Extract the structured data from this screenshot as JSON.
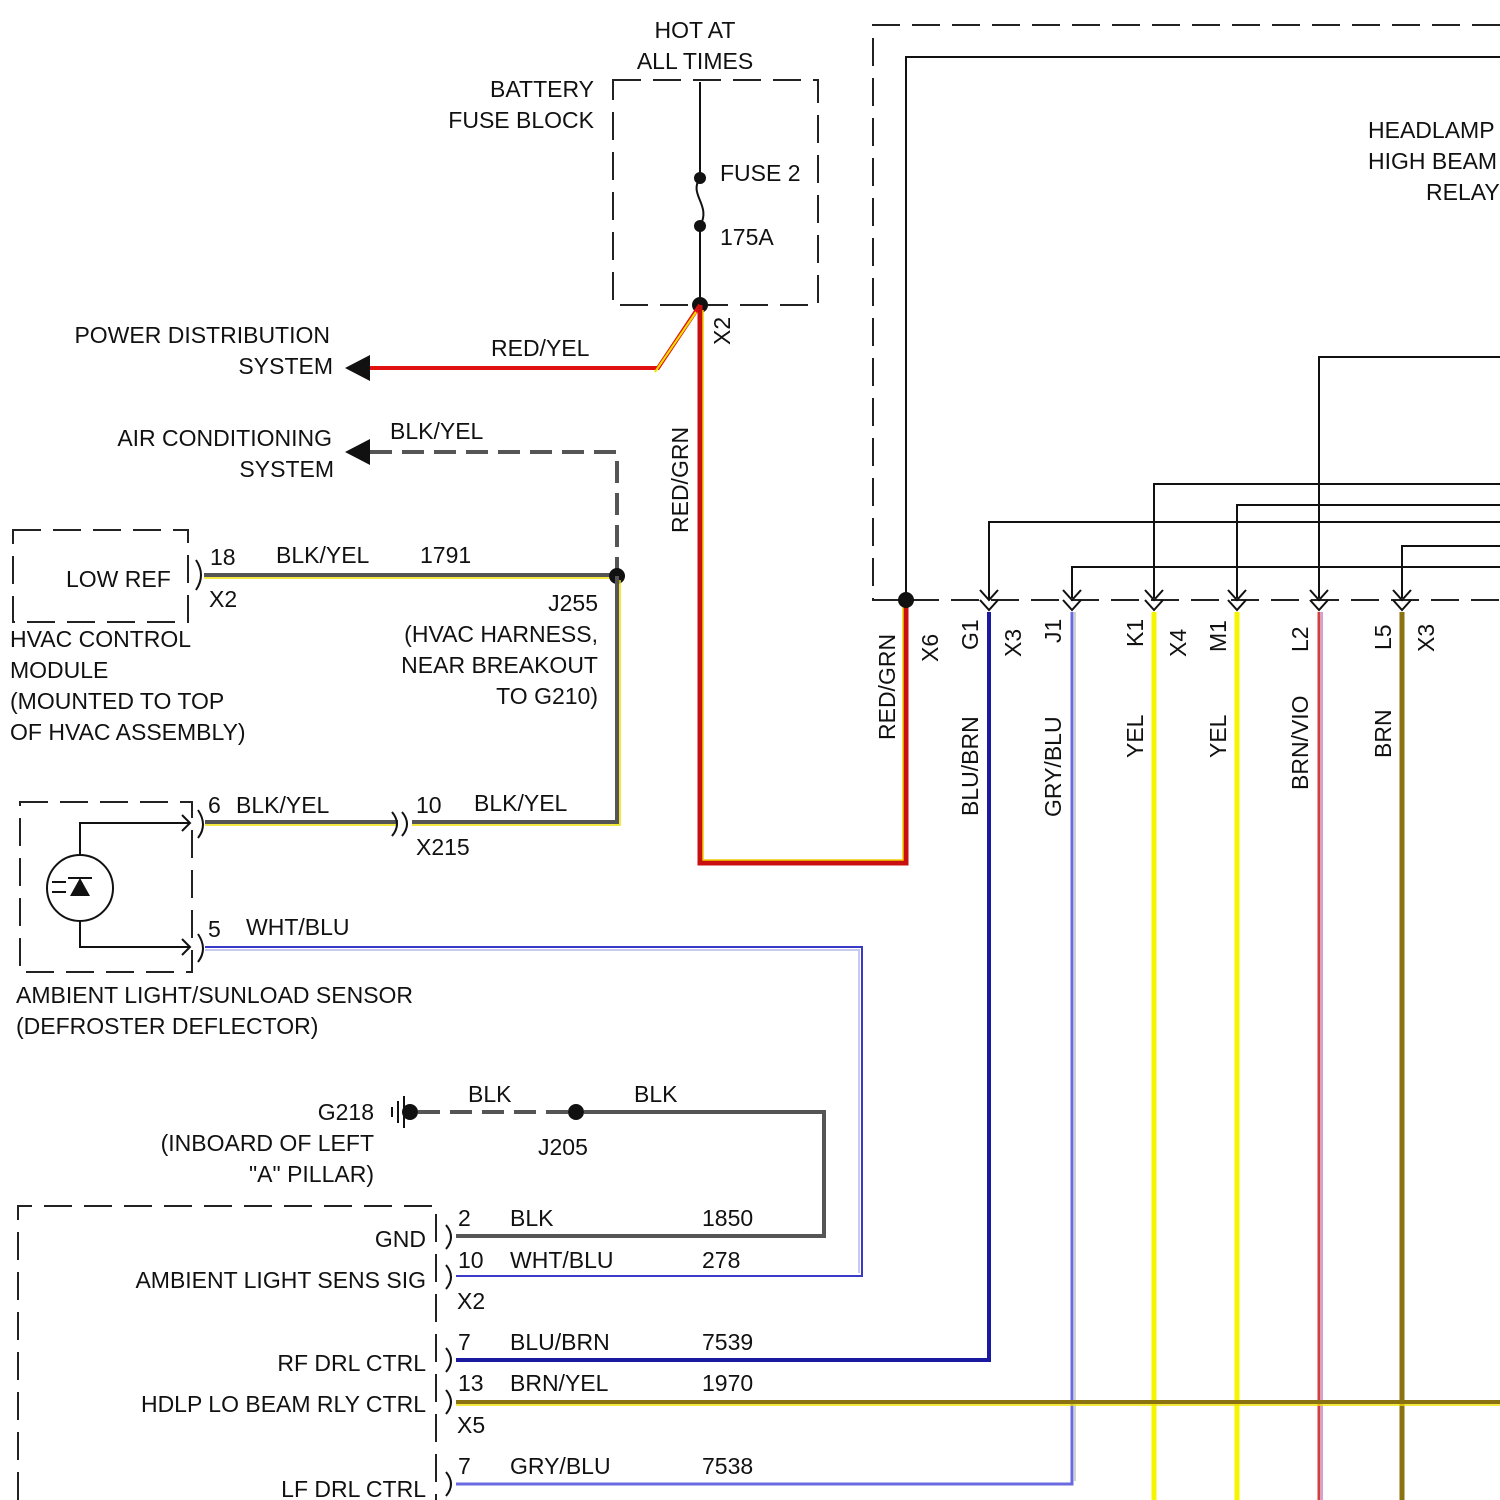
{
  "battery_fuse_block": {
    "hot_line1": "HOT AT",
    "hot_line2": "ALL TIMES",
    "name_line1": "BATTERY",
    "name_line2": "FUSE BLOCK",
    "fuse_name": "FUSE 2",
    "fuse_rating": "175A",
    "connector": "X2"
  },
  "power_distribution": {
    "line1": "POWER DISTRIBUTION",
    "line2": "SYSTEM",
    "wire": "RED/YEL"
  },
  "air_conditioning": {
    "line1": "AIR CONDITIONING",
    "line2": "SYSTEM",
    "wire": "BLK/YEL"
  },
  "hvac_module": {
    "pin_label": "LOW REF",
    "pin": "18",
    "wire": "BLK/YEL",
    "circuit": "1791",
    "connector": "X2",
    "line1": "HVAC CONTROL",
    "line2": "MODULE",
    "line3": "(MOUNTED TO TOP",
    "line4": "OF HVAC ASSEMBLY)"
  },
  "splice_j255": {
    "name": "J255",
    "line1": "(HVAC HARNESS,",
    "line2": "NEAR BREAKOUT",
    "line3": "TO G210)"
  },
  "red_grn_label": "RED/GRN",
  "sensor": {
    "pin6": "6",
    "pin6_wire": "BLK/YEL",
    "x215_pin": "10",
    "x215_wire": "BLK/YEL",
    "x215": "X215",
    "pin5": "5",
    "pin5_wire": "WHT/BLU",
    "line1": "AMBIENT LIGHT/SUNLOAD SENSOR",
    "line2": "(DEFROSTER DEFLECTOR)"
  },
  "ground": {
    "name": "G218",
    "line1": "(INBOARD OF LEFT",
    "line2": "\"A\" PILLAR)",
    "wire_left": "BLK",
    "wire_right": "BLK",
    "splice": "J205"
  },
  "relay": {
    "line1": "HEADLAMP",
    "line2": "HIGH BEAM",
    "line3": "RELAY"
  },
  "relay_pins": [
    {
      "wire": "RED/GRN",
      "conn": "X6"
    },
    {
      "pin": "G1",
      "wire": "BLU/BRN",
      "conn": "X3"
    },
    {
      "pin": "J1",
      "wire": "GRY/BLU"
    },
    {
      "pin": "K1",
      "wire": "YEL",
      "conn": "X4"
    },
    {
      "pin": "M1",
      "wire": "YEL"
    },
    {
      "pin": "L2",
      "wire": "BRN/VIO"
    },
    {
      "pin": "L5",
      "wire": "BRN",
      "conn": "X3"
    }
  ],
  "bcm_rows": [
    {
      "label": "GND",
      "pin": "2",
      "wire": "BLK",
      "circuit": "1850"
    },
    {
      "label": "AMBIENT LIGHT SENS SIG",
      "pin": "10",
      "wire": "WHT/BLU",
      "circuit": "278",
      "conn": "X2"
    },
    {
      "label": "RF DRL CTRL",
      "pin": "7",
      "wire": "BLU/BRN",
      "circuit": "7539"
    },
    {
      "label": "HDLP LO BEAM RLY CTRL",
      "pin": "13",
      "wire": "BRN/YEL",
      "circuit": "1970",
      "conn": "X5"
    },
    {
      "label": "LF DRL CTRL",
      "pin": "7",
      "wire": "GRY/BLU",
      "circuit": "7538"
    }
  ]
}
